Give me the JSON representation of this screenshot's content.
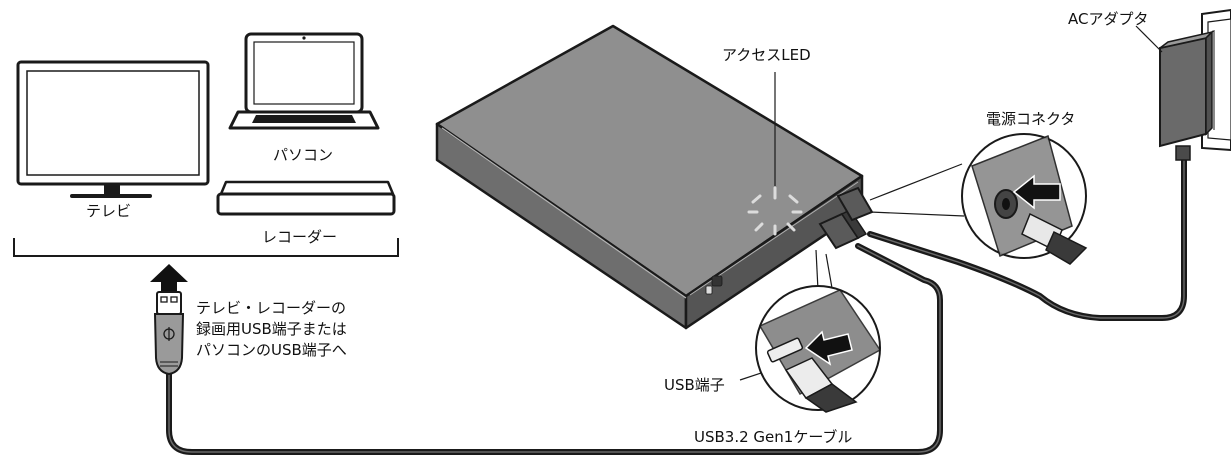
{
  "labels": {
    "tv": "テレビ",
    "pc": "パソコン",
    "recorder": "レコーダー",
    "access_led": "アクセスLED",
    "power_connector": "電源コネクタ",
    "ac_adapter": "ACアダプタ",
    "usb_port": "USB端子",
    "usb_cable": "USB3.2 Gen1ケーブル",
    "instruction_lines": [
      "テレビ・レコーダーの",
      "録画用USB端子または",
      "パソコンのUSB端子へ"
    ]
  },
  "colors": {
    "line": "#1a1a1a",
    "hdd_top": "#8f8f8f",
    "hdd_front": "#6e6e6e",
    "hdd_side": "#5a5a5a",
    "led": "#d8d8d8",
    "arrow": "#111111"
  }
}
